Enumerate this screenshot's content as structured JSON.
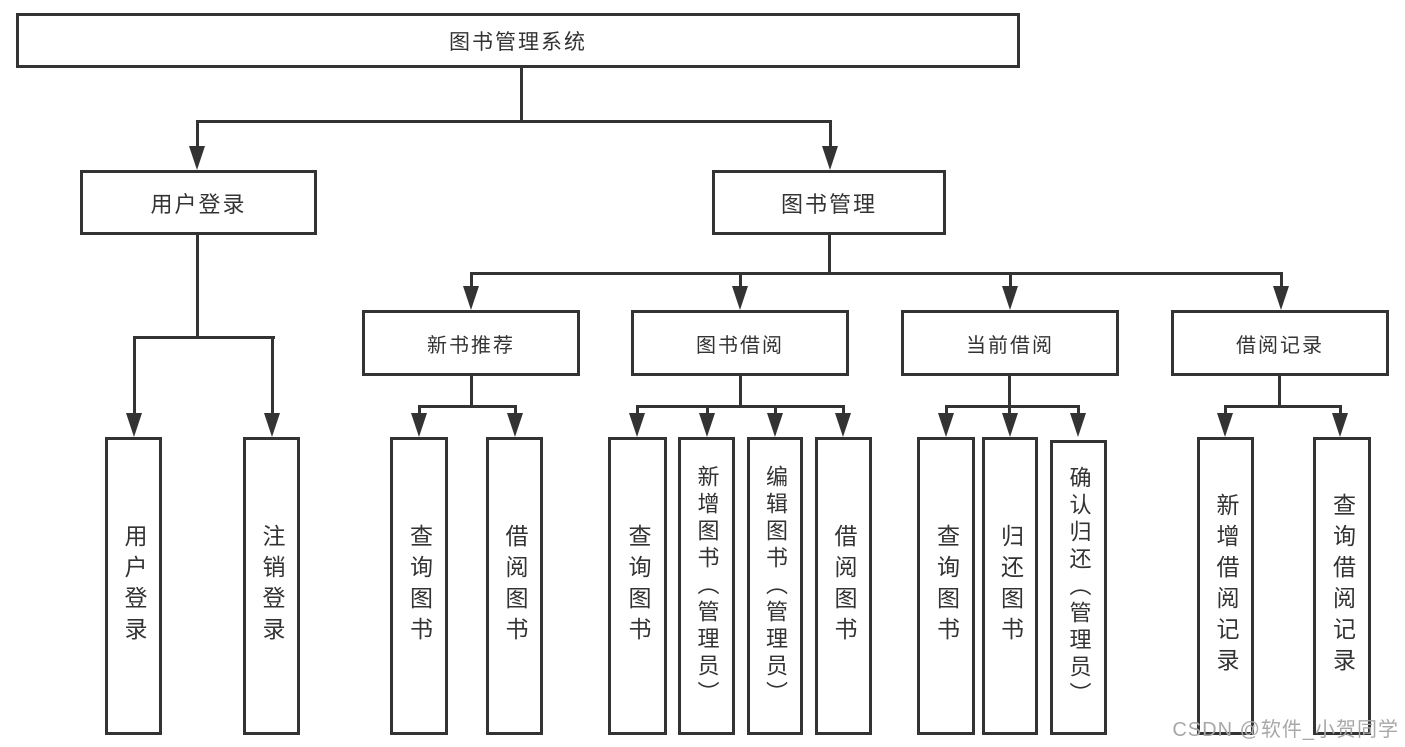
{
  "diagram": {
    "type": "hierarchy-tree",
    "colors": {
      "line": "#333333",
      "border": "#333333",
      "text": "#333333",
      "background": "#ffffff",
      "watermark": "#a8a8a8"
    },
    "tree": {
      "label": "图书管理系统",
      "children": [
        {
          "label": "用户登录",
          "children": [
            {
              "label": "用户登录"
            },
            {
              "label": "注销登录"
            }
          ]
        },
        {
          "label": "图书管理",
          "children": [
            {
              "label": "新书推荐",
              "children": [
                {
                  "label": "查询图书"
                },
                {
                  "label": "借阅图书"
                }
              ]
            },
            {
              "label": "图书借阅",
              "children": [
                {
                  "label": "查询图书"
                },
                {
                  "label": "新增图书（管理员）"
                },
                {
                  "label": "编辑图书（管理员）"
                },
                {
                  "label": "借阅图书"
                }
              ]
            },
            {
              "label": "当前借阅",
              "children": [
                {
                  "label": "查询图书"
                },
                {
                  "label": "归还图书"
                },
                {
                  "label": "确认归还（管理员）"
                }
              ]
            },
            {
              "label": "借阅记录",
              "children": [
                {
                  "label": "新增借阅记录"
                },
                {
                  "label": "查询借阅记录"
                }
              ]
            }
          ]
        }
      ]
    },
    "watermark": {
      "text": "CSDN @软件_小贺同学"
    }
  }
}
